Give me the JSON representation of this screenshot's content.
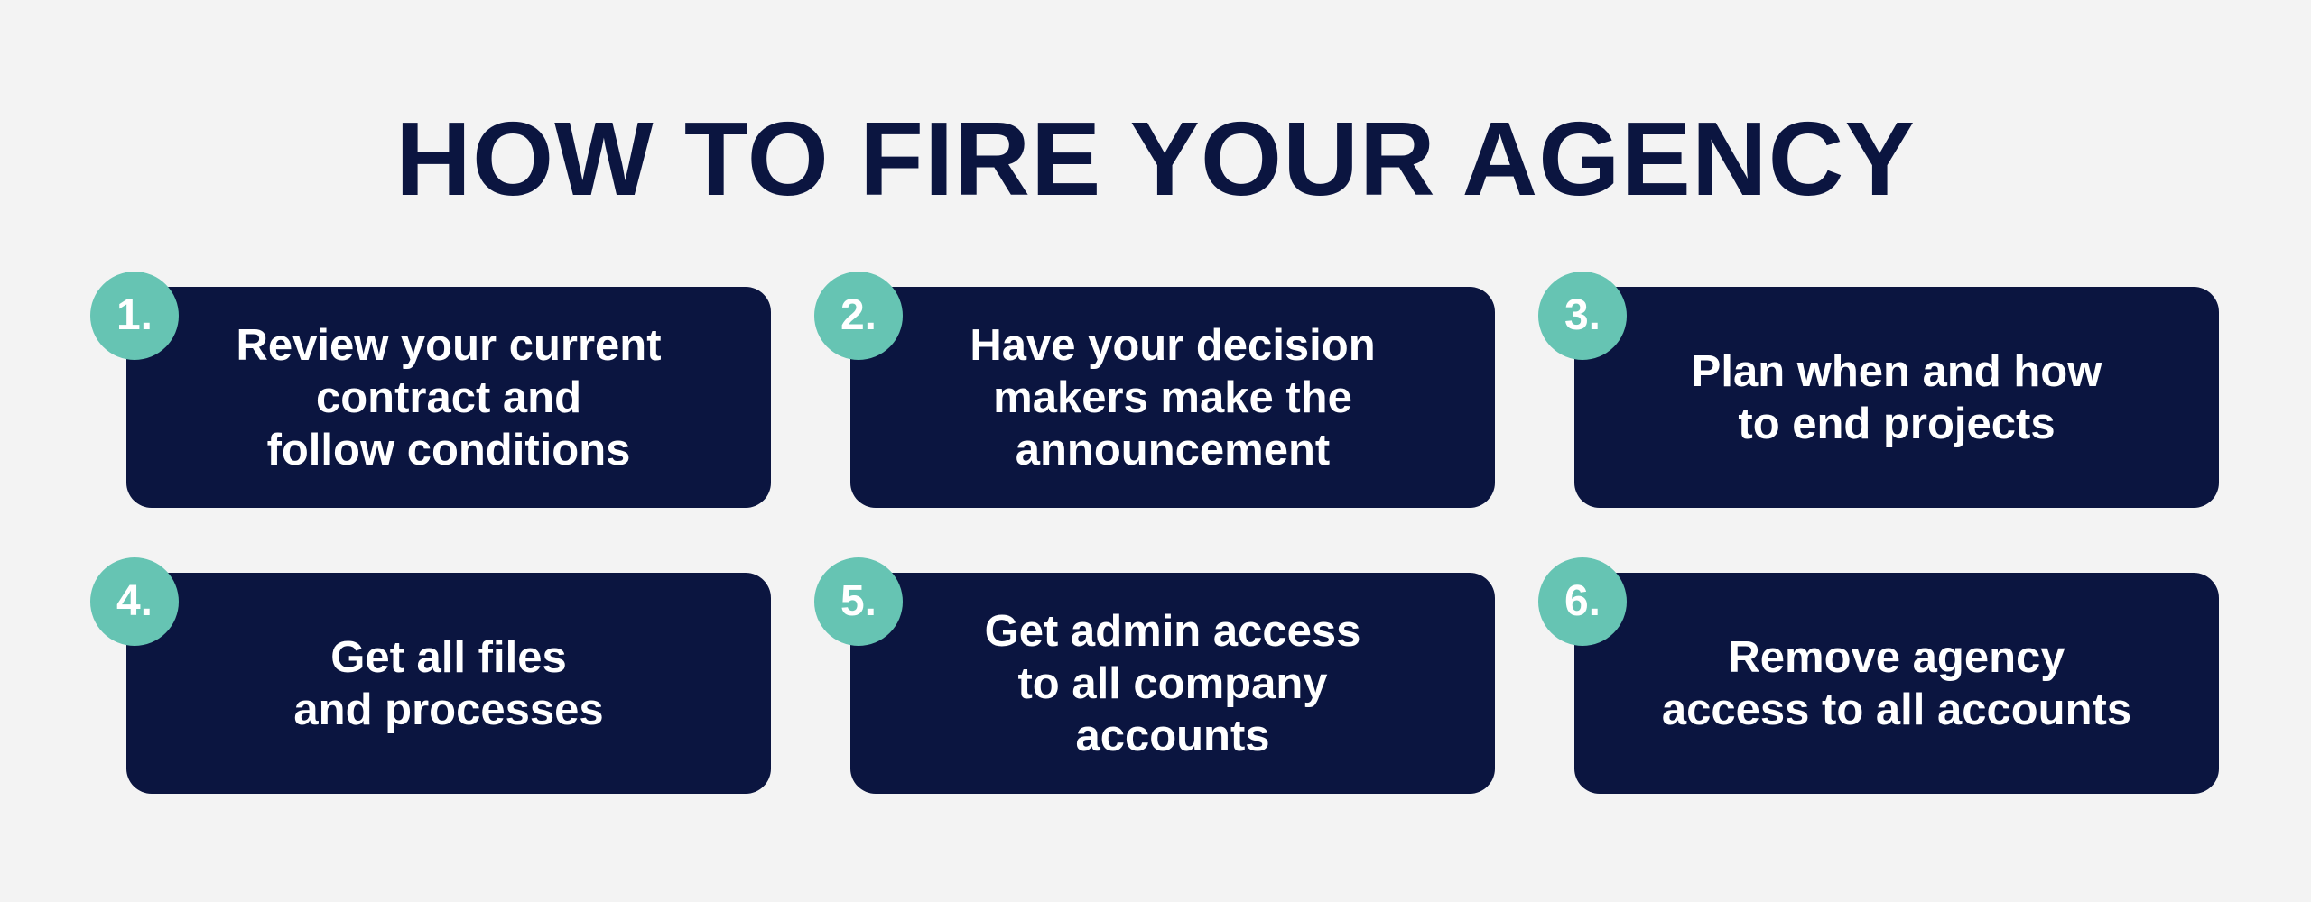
{
  "title": "HOW TO FIRE YOUR AGENCY",
  "colors": {
    "background": "#f3f3f3",
    "title": "#0b1540",
    "card": "#0b1540",
    "badge": "#66c4b3",
    "card_text": "#ffffff"
  },
  "steps": [
    {
      "number": "1.",
      "text": "Review your current\ncontract and\nfollow conditions"
    },
    {
      "number": "2.",
      "text": "Have your decision\nmakers make the\nannouncement"
    },
    {
      "number": "3.",
      "text": "Plan when and how\nto end projects"
    },
    {
      "number": "4.",
      "text": "Get all files\nand processes"
    },
    {
      "number": "5.",
      "text": "Get admin access\nto all company\naccounts"
    },
    {
      "number": "6.",
      "text": "Remove agency\naccess to all accounts"
    }
  ]
}
